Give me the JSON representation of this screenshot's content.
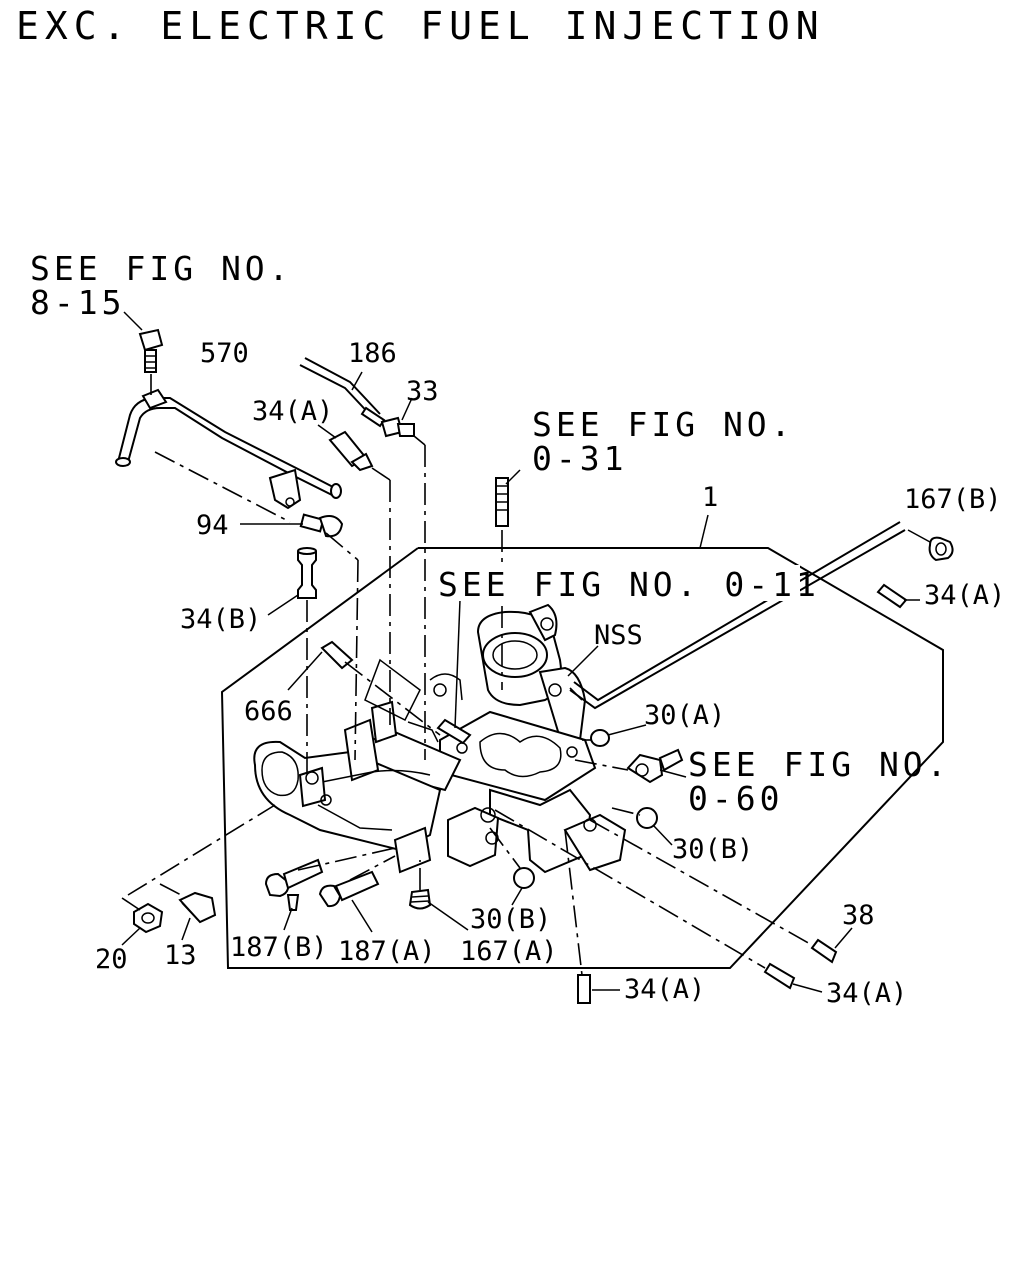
{
  "title": "EXC. ELECTRIC FUEL INJECTION",
  "refs": {
    "fig_8_15_line1": "SEE FIG NO.",
    "fig_8_15_line2": "8-15",
    "fig_0_31_line1": "SEE FIG NO.",
    "fig_0_31_line2": "0-31",
    "fig_0_11": "SEE FIG NO. 0-11",
    "fig_0_60_line1": "SEE FIG NO.",
    "fig_0_60_line2": "0-60"
  },
  "parts": {
    "p570": "570",
    "p186": "186",
    "p33": "33",
    "p34a_top": "34(A)",
    "p94": "94",
    "p34b": "34(B)",
    "p666": "666",
    "p1": "1",
    "p167b": "167(B)",
    "p34a_right": "34(A)",
    "nss": "NSS",
    "p30a": "30(A)",
    "p30b_right": "30(B)",
    "p30b_low": "30(B)",
    "p38": "38",
    "p34a_low": "34(A)",
    "p34a_lowright": "34(A)",
    "p20": "20",
    "p13": "13",
    "p187b": "187(B)",
    "p187a": "187(A)",
    "p167a": "167(A)"
  }
}
